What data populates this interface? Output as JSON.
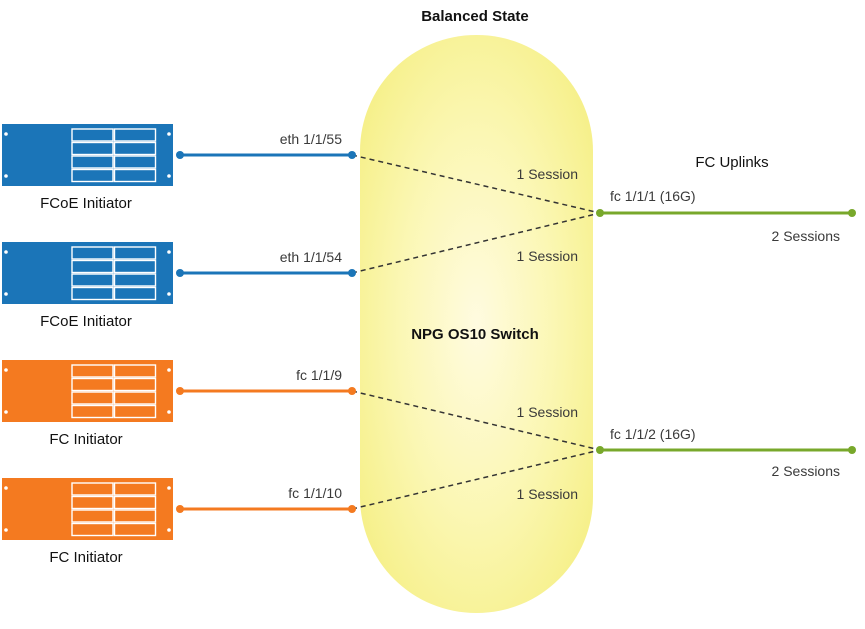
{
  "title": "Balanced State",
  "switch_label": "NPG OS10 Switch",
  "uplinks_label": "FC Uplinks",
  "colors": {
    "fcoe": "#1b75b8",
    "fc": "#f47a20",
    "uplink": "#78a82b",
    "dashed": "#333333",
    "switch_glow": "#faf6a8"
  },
  "initiators": [
    {
      "label": "FCoE Initiator",
      "port": "eth 1/1/55",
      "session": "1 Session",
      "type": "fcoe"
    },
    {
      "label": "FCoE Initiator",
      "port": "eth 1/1/54",
      "session": "1 Session",
      "type": "fcoe"
    },
    {
      "label": "FC Initiator",
      "port": "fc 1/1/9",
      "session": "1 Session",
      "type": "fc"
    },
    {
      "label": "FC Initiator",
      "port": "fc 1/1/10",
      "session": "1 Session",
      "type": "fc"
    }
  ],
  "uplinks": [
    {
      "port": "fc 1/1/1 (16G)",
      "sessions": "2 Sessions"
    },
    {
      "port": "fc 1/1/2 (16G)",
      "sessions": "2 Sessions"
    }
  ]
}
